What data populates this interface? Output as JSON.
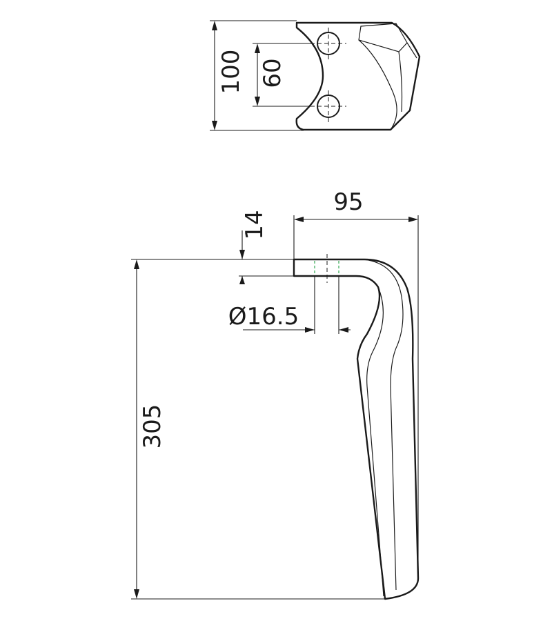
{
  "dimensions": {
    "height_top": "100",
    "hole_spacing": "60",
    "width": "95",
    "thickness": "14",
    "hole_diameter": "Ø16.5",
    "length": "305"
  },
  "colors": {
    "line": "#1a1a1a",
    "hidden_hole_marker": "#2fa84f",
    "background": "#ffffff"
  }
}
